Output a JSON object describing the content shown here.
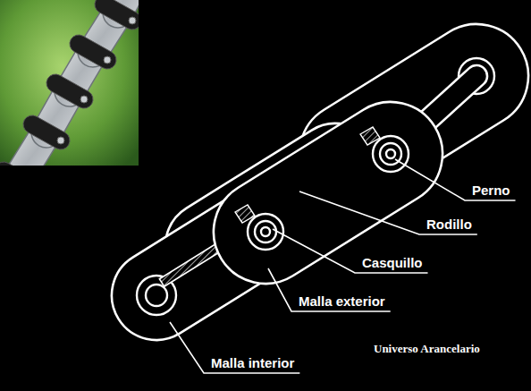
{
  "diagram": {
    "labels": [
      "Perno",
      "Rodillo",
      "Casquillo",
      "Malla exterior",
      "Malla interior",
      "Universo Arancelario"
    ]
  }
}
